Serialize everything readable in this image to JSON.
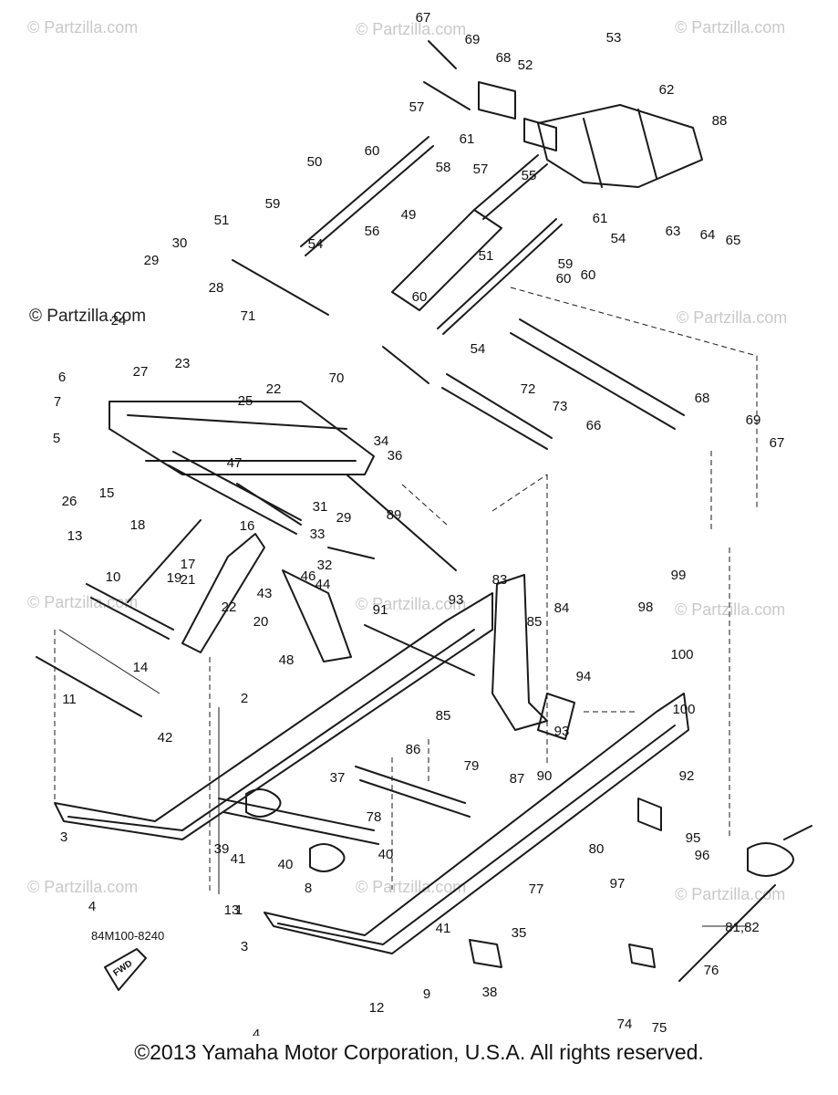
{
  "watermark": {
    "text": "© Partzilla.com",
    "prominent_text": "© Partzilla.com"
  },
  "diagram": {
    "part_code": "84M100-8240",
    "fwd_label": "FWD",
    "callouts": [
      "1",
      "2",
      "3",
      "3",
      "4",
      "4",
      "5",
      "6",
      "7",
      "8",
      "9",
      "10",
      "11",
      "12",
      "13",
      "13",
      "14",
      "15",
      "16",
      "17",
      "18",
      "19",
      "20",
      "21",
      "22",
      "22",
      "23",
      "24",
      "25",
      "26",
      "27",
      "28",
      "29",
      "29",
      "30",
      "31",
      "32",
      "33",
      "34",
      "35",
      "36",
      "37",
      "38",
      "39",
      "40",
      "40",
      "41",
      "41",
      "42",
      "43",
      "44",
      "46",
      "47",
      "48",
      "49",
      "50",
      "51",
      "51",
      "52",
      "53",
      "54",
      "54",
      "54",
      "55",
      "56",
      "57",
      "57",
      "58",
      "59",
      "59",
      "60",
      "60",
      "60",
      "60",
      "61",
      "61",
      "62",
      "63",
      "64",
      "65",
      "66",
      "67",
      "67",
      "68",
      "68",
      "69",
      "69",
      "70",
      "71",
      "72",
      "73",
      "74",
      "75",
      "76",
      "77",
      "78",
      "79",
      "80",
      "81,82",
      "83",
      "84",
      "85",
      "85",
      "86",
      "87",
      "88",
      "89",
      "90",
      "91",
      "92",
      "93",
      "93",
      "94",
      "95",
      "96",
      "97",
      "98",
      "99",
      "100",
      "100"
    ]
  },
  "footer": {
    "copyright": "©2013 Yamaha Motor Corporation, U.S.A. All rights reserved."
  }
}
